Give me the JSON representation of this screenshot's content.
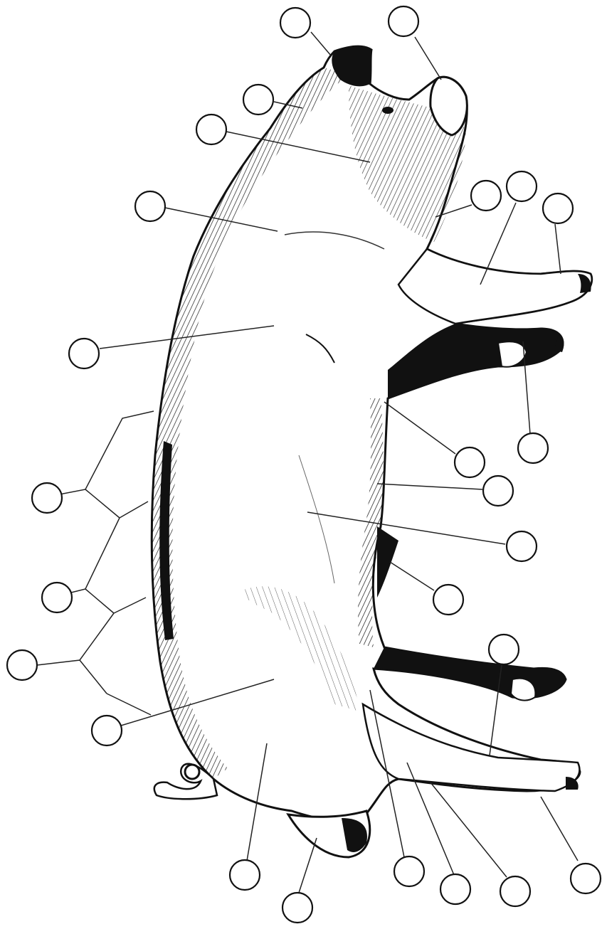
{
  "diagram": {
    "subject": "pig-anatomy-parts",
    "orientation": "rotated-90-head-up",
    "label_count": 25,
    "labels": [
      {
        "id": "callout-1",
        "text": ""
      },
      {
        "id": "callout-2",
        "text": ""
      },
      {
        "id": "callout-3",
        "text": ""
      },
      {
        "id": "callout-4",
        "text": ""
      },
      {
        "id": "callout-5",
        "text": ""
      },
      {
        "id": "callout-6",
        "text": ""
      },
      {
        "id": "callout-7",
        "text": ""
      },
      {
        "id": "callout-8",
        "text": ""
      },
      {
        "id": "callout-9",
        "text": ""
      },
      {
        "id": "callout-10",
        "text": ""
      },
      {
        "id": "callout-11",
        "text": ""
      },
      {
        "id": "callout-12",
        "text": ""
      },
      {
        "id": "callout-13",
        "text": ""
      },
      {
        "id": "callout-14",
        "text": ""
      },
      {
        "id": "callout-15",
        "text": ""
      },
      {
        "id": "callout-16",
        "text": ""
      },
      {
        "id": "callout-17",
        "text": ""
      },
      {
        "id": "callout-18",
        "text": ""
      },
      {
        "id": "callout-19",
        "text": ""
      },
      {
        "id": "callout-20",
        "text": ""
      },
      {
        "id": "callout-21",
        "text": ""
      },
      {
        "id": "callout-22",
        "text": ""
      },
      {
        "id": "callout-23",
        "text": ""
      },
      {
        "id": "callout-24",
        "text": ""
      },
      {
        "id": "callout-25",
        "text": ""
      }
    ],
    "colors": {
      "ink": "#111111",
      "paper": "#ffffff"
    }
  }
}
